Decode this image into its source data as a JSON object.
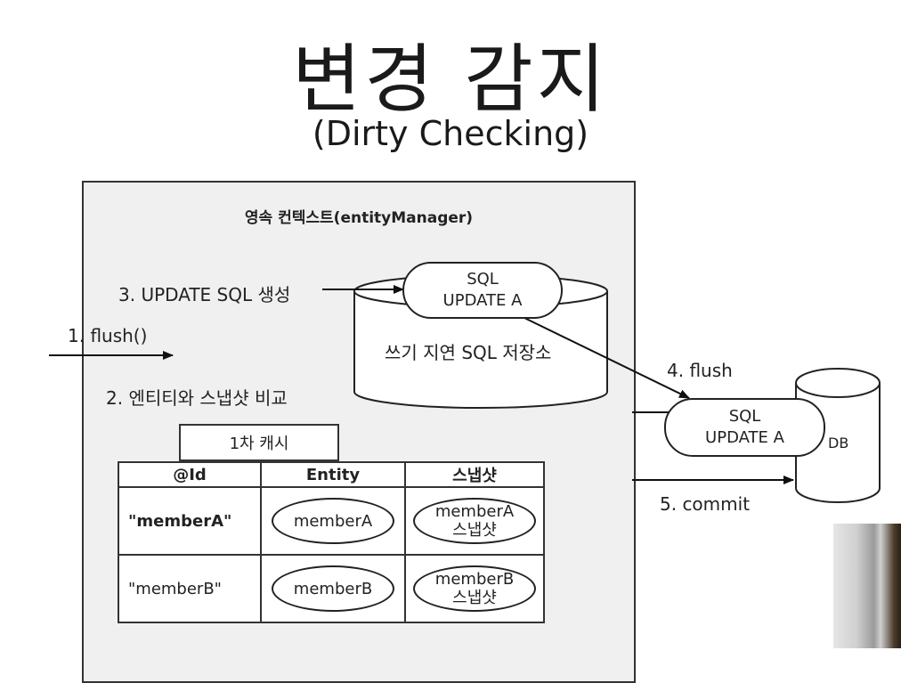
{
  "title": "변경 감지",
  "subtitle": "(Dirty Checking)",
  "context_title": "영속 컨텍스트(entityManager)",
  "steps": {
    "flush_in": "1. flush()",
    "compare": "2. 엔티티와 스냅샷 비교",
    "update_sql": "3. UPDATE SQL 생성",
    "flush_db": "4. flush",
    "commit": "5. commit"
  },
  "sql_store": {
    "label": "쓰기 지연 SQL 저장소",
    "pill_line1": "SQL",
    "pill_line2": "UPDATE A"
  },
  "db": {
    "label": "DB",
    "pill_line1": "SQL",
    "pill_line2": "UPDATE A"
  },
  "cache": {
    "tab": "1차 캐시",
    "headers": [
      "@Id",
      "Entity",
      "스냅샷"
    ],
    "rows": [
      {
        "id": "\"memberA\"",
        "entity": "memberA",
        "snap1": "memberA",
        "snap2": "스냅샷"
      },
      {
        "id": "\"memberB\"",
        "entity": "memberB",
        "snap1": "memberB",
        "snap2": "스냅샷"
      }
    ]
  }
}
